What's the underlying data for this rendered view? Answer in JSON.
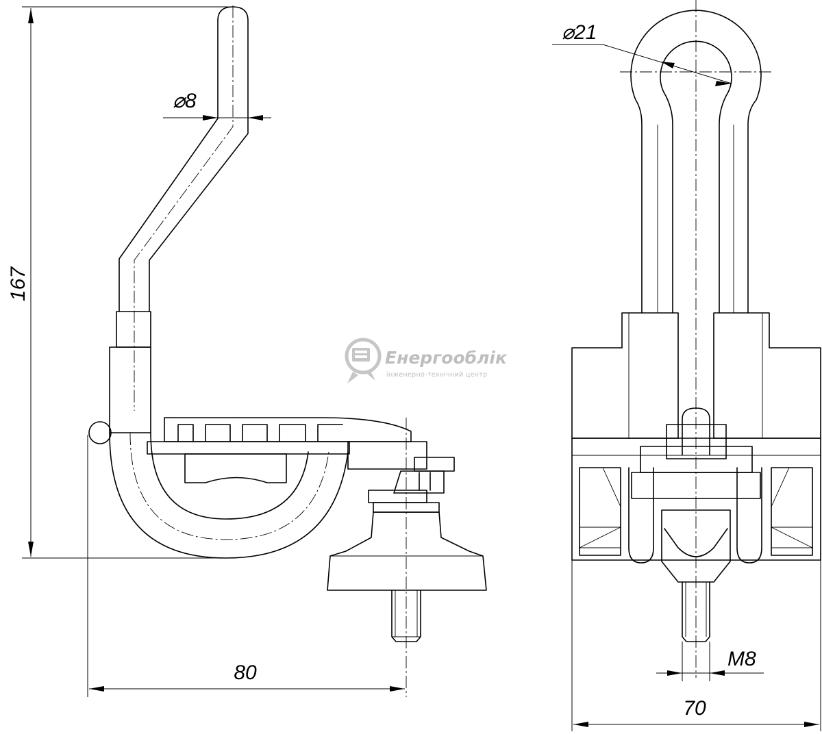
{
  "dimensions": {
    "height_left": "167",
    "rod_diameter": "⌀8",
    "ring_diameter": "⌀21",
    "width_left": "80",
    "thread": "M8",
    "width_right": "70"
  },
  "watermark": {
    "title": "Енергооблік",
    "subtitle": "інженерно-технічний центр",
    "icon": "meter-logo-icon"
  }
}
